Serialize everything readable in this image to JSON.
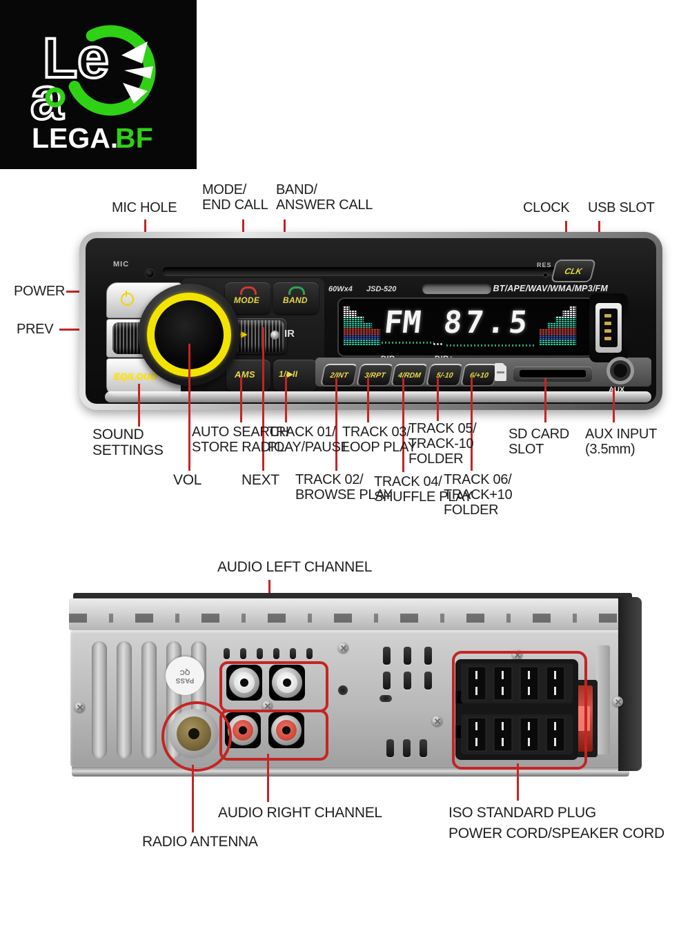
{
  "brand": {
    "logo_word_top": "Le",
    "logo_word_mid": "a",
    "brand_white": "LEGA.",
    "brand_green": "BF",
    "accent_green": "#2fd115"
  },
  "colors": {
    "callout_red": "#c42424",
    "knob_yellow": "#f2e400",
    "button_text_yellow": "#e9d94a"
  },
  "front_labels": {
    "mic_hole": "MIC HOLE",
    "mode_end_call": "MODE/\nEND CALL",
    "band_answer_call": "BAND/\nANSWER CALL",
    "clock": "CLOCK",
    "usb_slot": "USB SLOT",
    "power": "POWER",
    "prev": "PREV",
    "sound_settings": "SOUND\nSETTINGS",
    "auto_search": "AUTO SEARCH\nSTORE RADIO",
    "track01": "TRACK 01/\nPLAY/PAUSE",
    "track03": "TRACK 03/\nLOOP PLAY",
    "track05": "TRACK 05/\nTRACK-10\nFOLDER",
    "sd_card_slot": "SD CARD\nSLOT",
    "aux_input": "AUX INPUT\n(3.5mm)",
    "vol": "VOL",
    "next": "NEXT",
    "track02": "TRACK 02/\nBROWSE PLAY",
    "track04": "TRACK 04/\nSHUFFLE PLAY",
    "track06": "TRACK 06/\nTRACK+10\nFOLDER"
  },
  "back_labels": {
    "audio_left": "AUDIO LEFT CHANNEL",
    "audio_right": "AUDIO RIGHT CHANNEL",
    "radio_antenna": "RADIO ANTENNA",
    "iso_plug": "ISO STANDARD PLUG\nPOWER CORD/SPEAKER CORD"
  },
  "device": {
    "mic": "MIC",
    "res": "RES",
    "clk": "CLK",
    "mode": "MODE",
    "band": "BAND",
    "power_rating": "60Wx4",
    "model": "JSD-520",
    "formats": "BT/APE/WAV/WMA/MP3/FM",
    "band_display": "FM",
    "frequency": "87.5",
    "dir_minus": "DIR-",
    "dir_plus": "DIR+",
    "btn_2": "2/INT",
    "btn_3": "3/RPT",
    "btn_4": "4/RDM",
    "btn_5": "5/-10",
    "btn_6": "6/+10",
    "ams": "AMS",
    "play_pause": "1/▶II",
    "eq": "EQ/LOUD",
    "aux": "AUX",
    "ir": "IR",
    "prev_icon": "◀◀",
    "next_icon": "▶▶",
    "qc_sticker": "PASS\nQC"
  }
}
